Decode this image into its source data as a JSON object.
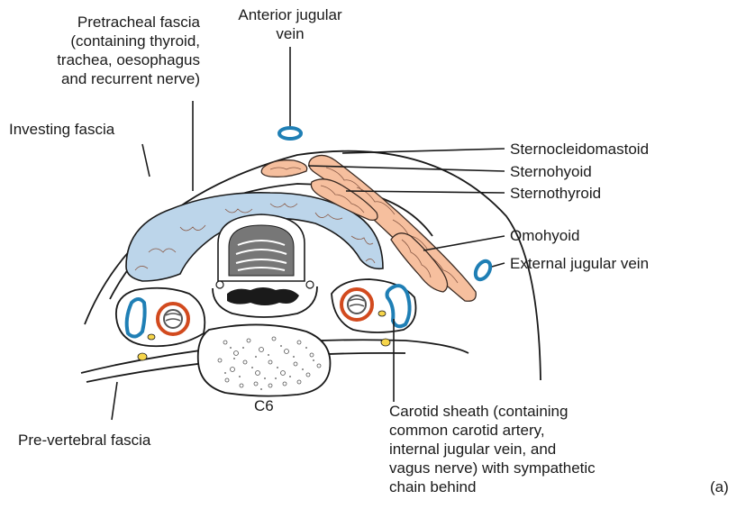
{
  "labels": {
    "pretracheal": [
      "Pretracheal fascia",
      "(containing thyroid,",
      "trachea, oesophagus",
      "and recurrent nerve)"
    ],
    "anterior_jugular": [
      "Anterior jugular",
      "vein"
    ],
    "investing": "Investing fascia",
    "sternocleidomastoid": "Sternocleidomastoid",
    "sternohyoid": "Sternohyoid",
    "sternothyroid": "Sternothyroid",
    "omohyoid": "Omohyoid",
    "external_jugular": "External jugular vein",
    "c6": "C6",
    "prevertebral": "Pre-vertebral fascia",
    "carotid_sheath": [
      "Carotid sheath (containing",
      "common carotid artery,",
      "internal jugular vein, and",
      "vagus nerve) with sympathetic",
      "chain behind"
    ],
    "panel": "(a)"
  },
  "colors": {
    "muscle": "#f6bf9e",
    "thyroid": "#bcd5ea",
    "vein": "#1f7fb5",
    "artery": "#d24a1e",
    "nerve": "#f6d54a",
    "cartilage": "#777777"
  }
}
